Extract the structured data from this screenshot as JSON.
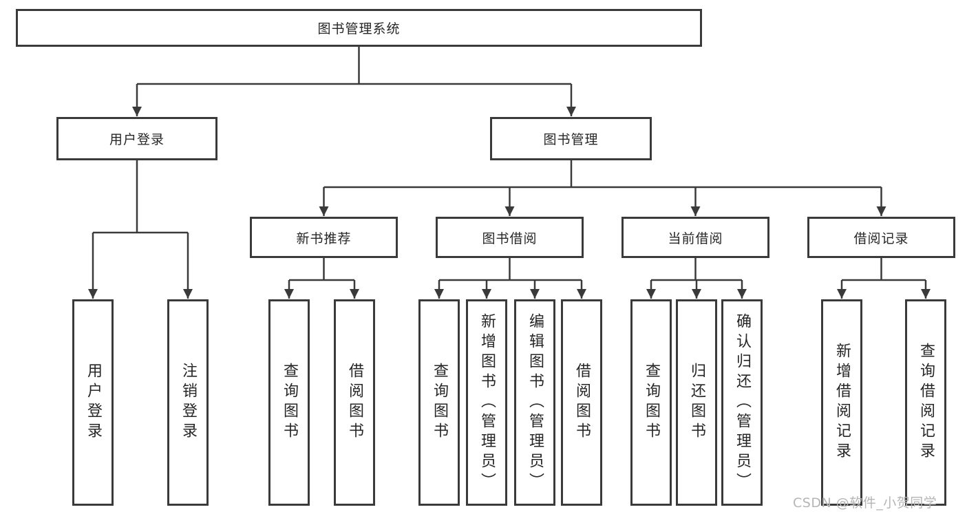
{
  "diagram": {
    "type": "hierarchy-tree",
    "orientation": "top-down",
    "colors": {
      "line": "#3a3a3a",
      "box_border": "#3a3a3a",
      "box_fill": "#ffffff",
      "text": "#262626",
      "watermark": "#b5b5b5"
    }
  },
  "nodes": {
    "root": "图书管理系统",
    "user_login": "用户登录",
    "book_mgmt": "图书管理",
    "new_book_rec": "新书推荐",
    "book_borrow": "图书借阅",
    "current_borrow": "当前借阅",
    "borrow_record": "借阅记录",
    "leaf_user_login": "用户登录",
    "leaf_logout": "注销登录",
    "leaf_query_book_1": "查询图书",
    "leaf_borrow_book_1": "借阅图书",
    "leaf_query_book_2": "查询图书",
    "leaf_add_book": "新增图书（管理员）",
    "leaf_edit_book": "编辑图书（管理员）",
    "leaf_borrow_book_2": "借阅图书",
    "leaf_query_book_3": "查询图书",
    "leaf_return_book": "归还图书",
    "leaf_confirm_return": "确认归还（管理员）",
    "leaf_add_record": "新增借阅记录",
    "leaf_query_record": "查询借阅记录"
  },
  "edges": [
    {
      "from": "root",
      "to": "user_login"
    },
    {
      "from": "root",
      "to": "book_mgmt"
    },
    {
      "from": "user_login",
      "to": "leaf_user_login"
    },
    {
      "from": "user_login",
      "to": "leaf_logout"
    },
    {
      "from": "book_mgmt",
      "to": "new_book_rec"
    },
    {
      "from": "book_mgmt",
      "to": "book_borrow"
    },
    {
      "from": "book_mgmt",
      "to": "current_borrow"
    },
    {
      "from": "book_mgmt",
      "to": "borrow_record"
    },
    {
      "from": "new_book_rec",
      "to": "leaf_query_book_1"
    },
    {
      "from": "new_book_rec",
      "to": "leaf_borrow_book_1"
    },
    {
      "from": "book_borrow",
      "to": "leaf_query_book_2"
    },
    {
      "from": "book_borrow",
      "to": "leaf_add_book"
    },
    {
      "from": "book_borrow",
      "to": "leaf_edit_book"
    },
    {
      "from": "book_borrow",
      "to": "leaf_borrow_book_2"
    },
    {
      "from": "current_borrow",
      "to": "leaf_query_book_3"
    },
    {
      "from": "current_borrow",
      "to": "leaf_return_book"
    },
    {
      "from": "current_borrow",
      "to": "leaf_confirm_return"
    },
    {
      "from": "borrow_record",
      "to": "leaf_add_record"
    },
    {
      "from": "borrow_record",
      "to": "leaf_query_record"
    }
  ],
  "watermark": "CSDN @软件_小贺同学"
}
